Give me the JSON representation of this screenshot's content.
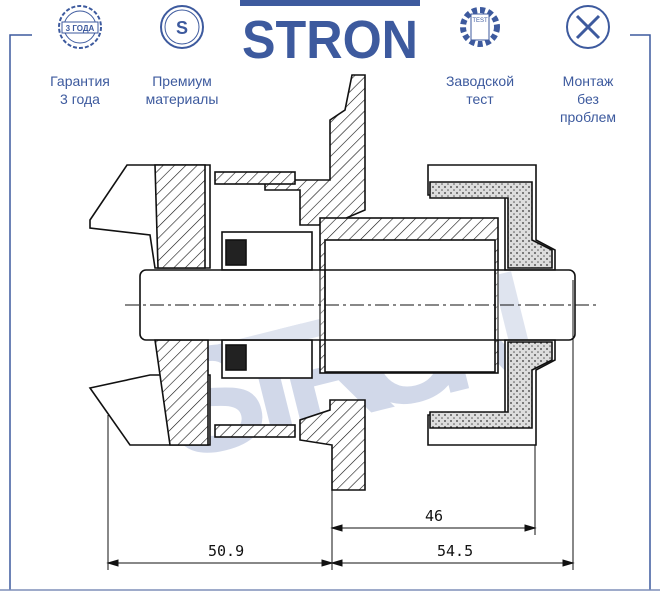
{
  "brand": "STRON",
  "watermark": "STRON",
  "badges": [
    {
      "icon": "warranty-stamp-icon",
      "stamp_text": "3 ГОДА",
      "label_line1": "Гарантия",
      "label_line2": "3 года"
    },
    {
      "icon": "premium-s-icon",
      "stamp_text": "S",
      "label_line1": "Премиум",
      "label_line2": "материалы"
    },
    {
      "icon": "factory-test-gear-icon",
      "stamp_text": "TEST",
      "label_line1": "Заводской",
      "label_line2": "тест"
    },
    {
      "icon": "tools-icon",
      "label_line1": "Монтаж",
      "label_line2": "без проблем"
    }
  ],
  "dimensions": {
    "left_overall": "50.9",
    "right_overall": "54.5",
    "right_hub": "46"
  },
  "colors": {
    "brand": "#3d5a9e",
    "watermark": "#c9d2e6",
    "line": "#111111"
  }
}
